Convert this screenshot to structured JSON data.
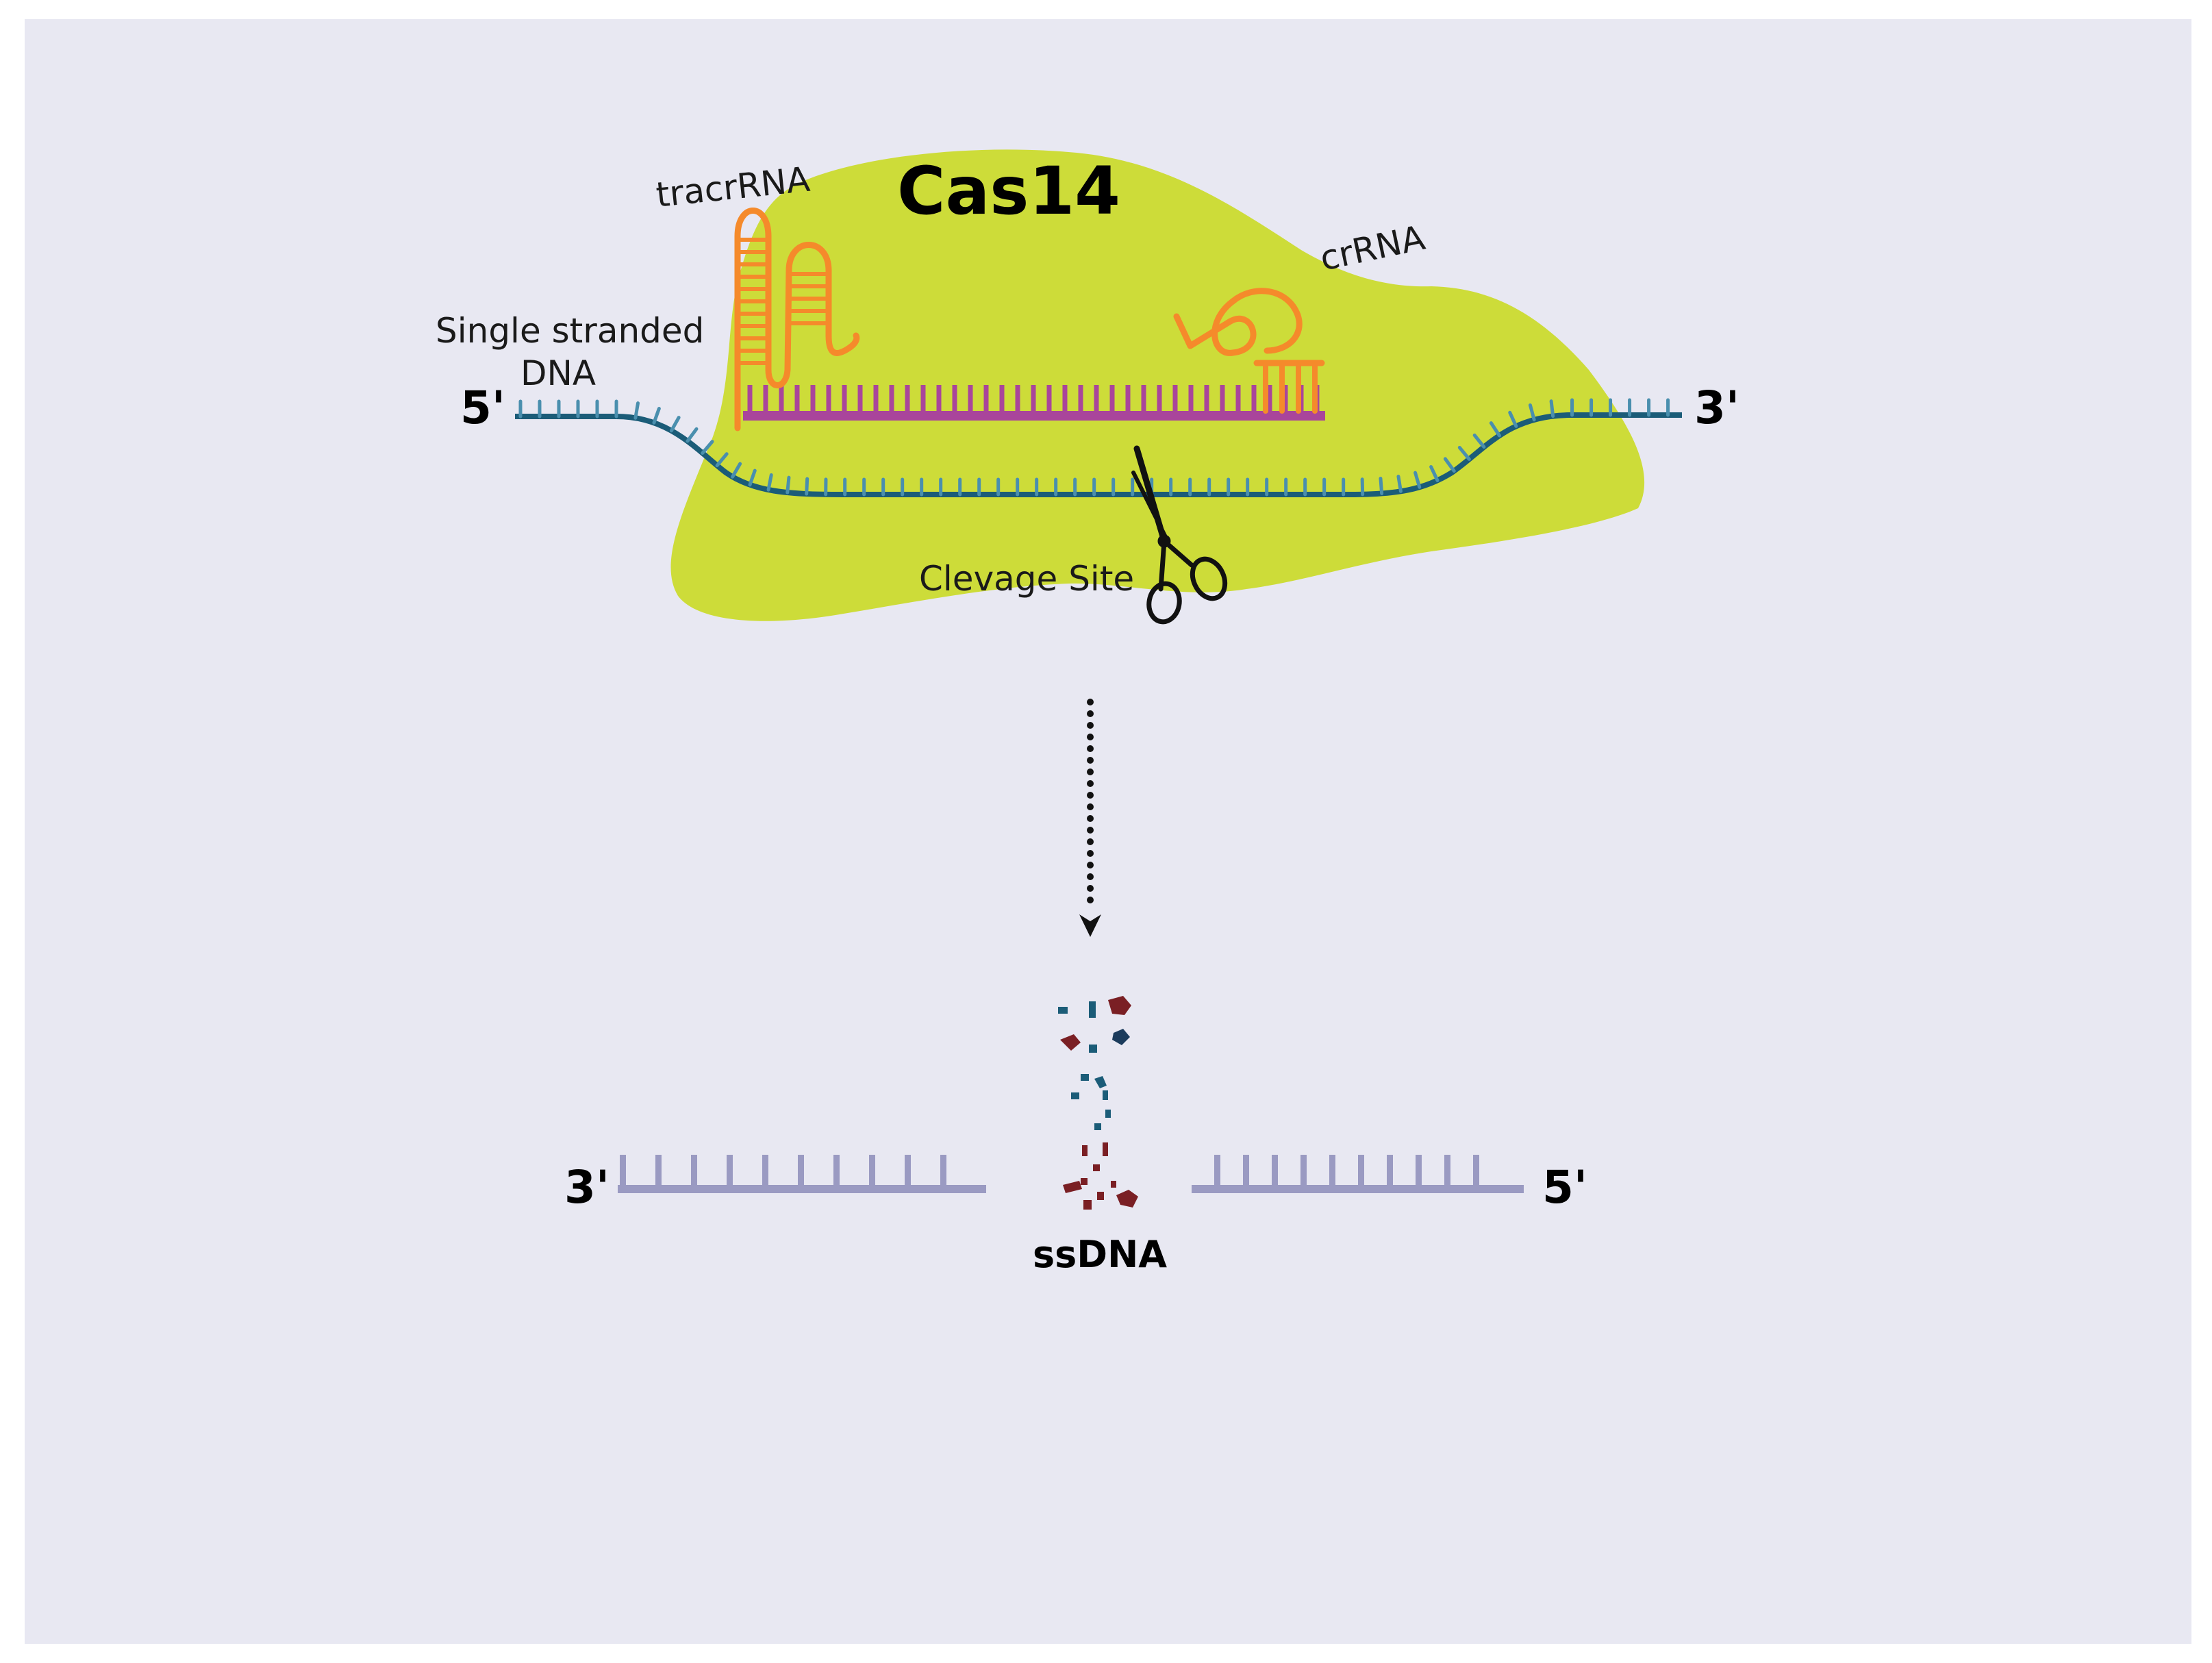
{
  "labels": {
    "protein": "Cas14",
    "tracrrna": "tracrRNA",
    "crrna": "crRNA",
    "ssdna_line1": "Single stranded",
    "ssdna_line2": "DNA",
    "five_prime_top": "5'",
    "three_prime_top": "3'",
    "cleavage_site": "Clevage Site",
    "three_prime_bottom": "3'",
    "five_prime_bottom": "5'",
    "product": "ssDNA"
  },
  "colors": {
    "background": "#e8e8f2",
    "page": "#ffffff",
    "protein": "#cddc39",
    "dna_strand": "#1b5c78",
    "dna_ticks": "#4a8fae",
    "guide_rna": "#a9459b",
    "rna_loops": "#f58a2b",
    "cut_fragments": "#9a9ac2",
    "debris_red": "#7a1f24",
    "debris_blue": "#1b5c78",
    "scissors": "#111111"
  },
  "icons": {
    "scissors": "scissors-icon",
    "arrow": "dotted-down-arrow-icon"
  }
}
